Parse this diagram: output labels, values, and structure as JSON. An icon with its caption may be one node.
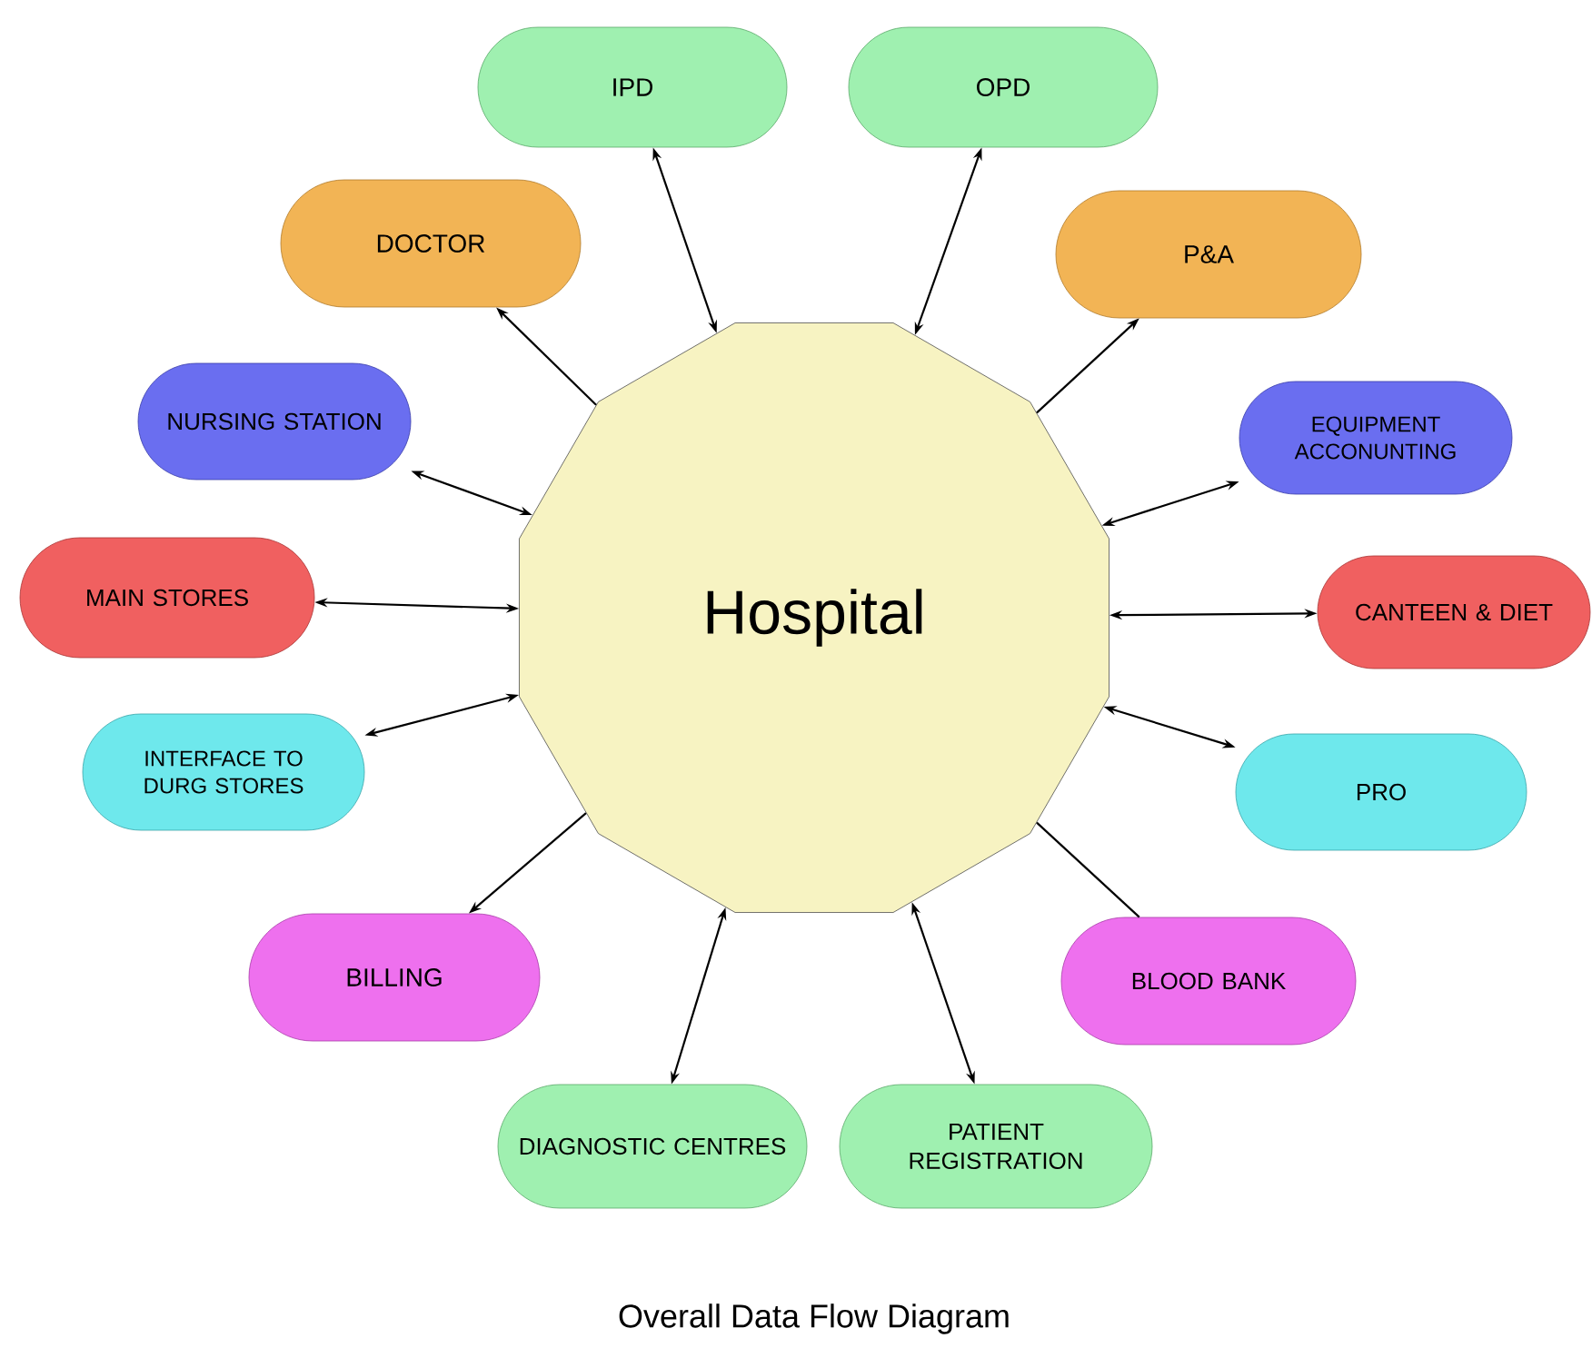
{
  "diagram": {
    "caption": "Overall Data Flow Diagram",
    "nodes": [
      {
        "text": [
          "Hospital"
        ]
      },
      {
        "text": [
          "IPD"
        ]
      },
      {
        "text": [
          "OPD"
        ]
      },
      {
        "text": [
          "DOCTOR"
        ]
      },
      {
        "text": [
          "P&A"
        ]
      },
      {
        "text": [
          "NURSING STATION"
        ]
      },
      {
        "text": [
          "EQUIPMENT ACCONUNTING"
        ]
      },
      {
        "text": [
          "MAIN STORES"
        ]
      },
      {
        "text": [
          "CANTEEN & DIET"
        ]
      },
      {
        "text": [
          "INTERFACE TO DURG STORES"
        ]
      },
      {
        "text": [
          "PRO"
        ]
      },
      {
        "text": [
          "BILLING"
        ]
      },
      {
        "text": [
          "BLOOD BANK"
        ]
      },
      {
        "text": [
          "DIAGNOSTIC CENTRES"
        ]
      },
      {
        "text": [
          "PATIENT REGISTRATION"
        ]
      }
    ],
    "edges": [
      {
        "from": 0,
        "to": 1,
        "arrow": "both"
      },
      {
        "from": 0,
        "to": 2,
        "arrow": "both"
      },
      {
        "from": 0,
        "to": 3,
        "arrow": "to"
      },
      {
        "from": 0,
        "to": 4,
        "arrow": "to"
      },
      {
        "from": 0,
        "to": 5,
        "arrow": "both"
      },
      {
        "from": 0,
        "to": 6,
        "arrow": "both"
      },
      {
        "from": 0,
        "to": 7,
        "arrow": "both"
      },
      {
        "from": 0,
        "to": 8,
        "arrow": "both"
      },
      {
        "from": 0,
        "to": 9,
        "arrow": "both"
      },
      {
        "from": 0,
        "to": 10,
        "arrow": "both"
      },
      {
        "from": 0,
        "to": 11,
        "arrow": "to"
      },
      {
        "from": 0,
        "to": 12,
        "arrow": "none"
      },
      {
        "from": 0,
        "to": 13,
        "arrow": "both"
      },
      {
        "from": 0,
        "to": 14,
        "arrow": "both"
      }
    ]
  }
}
